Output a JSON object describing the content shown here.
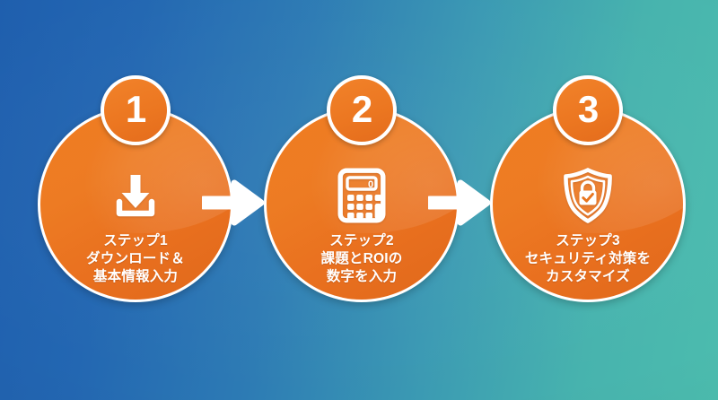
{
  "graphic": {
    "type": "3-step process flow",
    "background": {
      "gradient_from": "#1f5fae",
      "gradient_to": "#4cbcae",
      "direction": "left-to-right diagonal"
    },
    "accent_color": "#ed7b23",
    "text_color": "#ffffff"
  },
  "steps": [
    {
      "number": "1",
      "icon": "download-icon",
      "lines": [
        "ステップ1",
        "ダウンロード＆",
        "基本情報入力"
      ]
    },
    {
      "number": "2",
      "icon": "calculator-icon",
      "display_value": "0",
      "lines": [
        "ステップ2",
        "課題とROIの",
        "数字を入力"
      ]
    },
    {
      "number": "3",
      "icon": "shield-lock-icon",
      "lines": [
        "ステップ3",
        "セキュリティ対策を",
        "カスタマイズ"
      ]
    }
  ],
  "connectors": [
    {
      "icon": "arrow-right-icon",
      "from": "1",
      "to": "2"
    },
    {
      "icon": "arrow-right-icon",
      "from": "2",
      "to": "3"
    }
  ]
}
